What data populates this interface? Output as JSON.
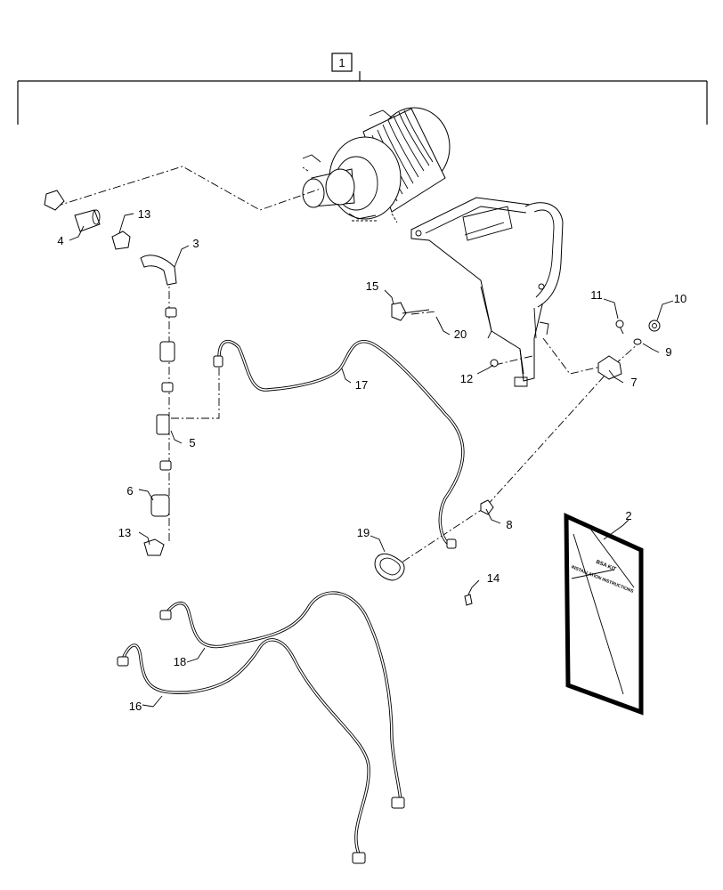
{
  "callouts": {
    "c1": "1",
    "c2": "2",
    "c3": "3",
    "c4": "4",
    "c5": "5",
    "c6": "6",
    "c7": "7",
    "c8": "8",
    "c9": "9",
    "c10": "10",
    "c11": "11",
    "c12": "12",
    "c13a": "13",
    "c13b": "13",
    "c14": "14",
    "c15": "15",
    "c16": "16",
    "c17": "17",
    "c18": "18",
    "c19": "19",
    "c20": "20"
  },
  "manual": {
    "title": "BSA KIT",
    "subtitle": "INSTALLATION INSTRUCTIONS"
  },
  "colors": {
    "line": "#000000",
    "background": "#ffffff"
  }
}
